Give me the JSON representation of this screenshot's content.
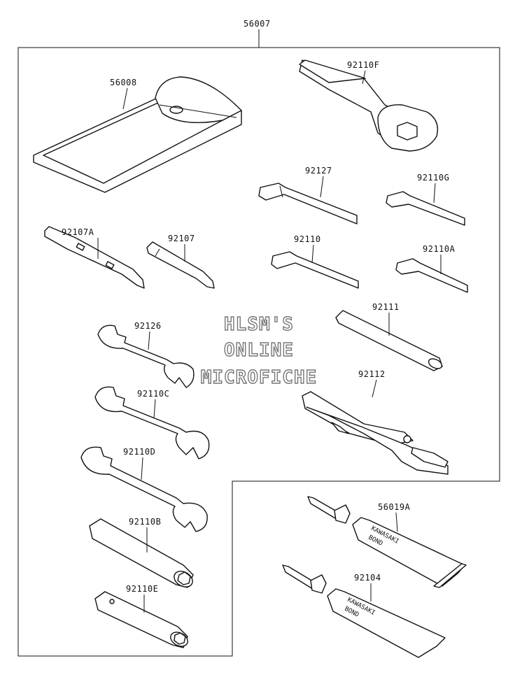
{
  "assembly_label": "56007",
  "watermark": {
    "line1": "HLSM'S",
    "line2": "ONLINE",
    "line3": "MICROFICHE"
  },
  "tube_brand": "KAWASAKI",
  "tube_product": "BOND",
  "parts": [
    "56008",
    "92110F",
    "92127",
    "92110G",
    "92107A",
    "92107",
    "92110",
    "92110A",
    "92111",
    "92126",
    "92110C",
    "92112",
    "92110D",
    "92110B",
    "92110E",
    "56019A",
    "92104"
  ]
}
